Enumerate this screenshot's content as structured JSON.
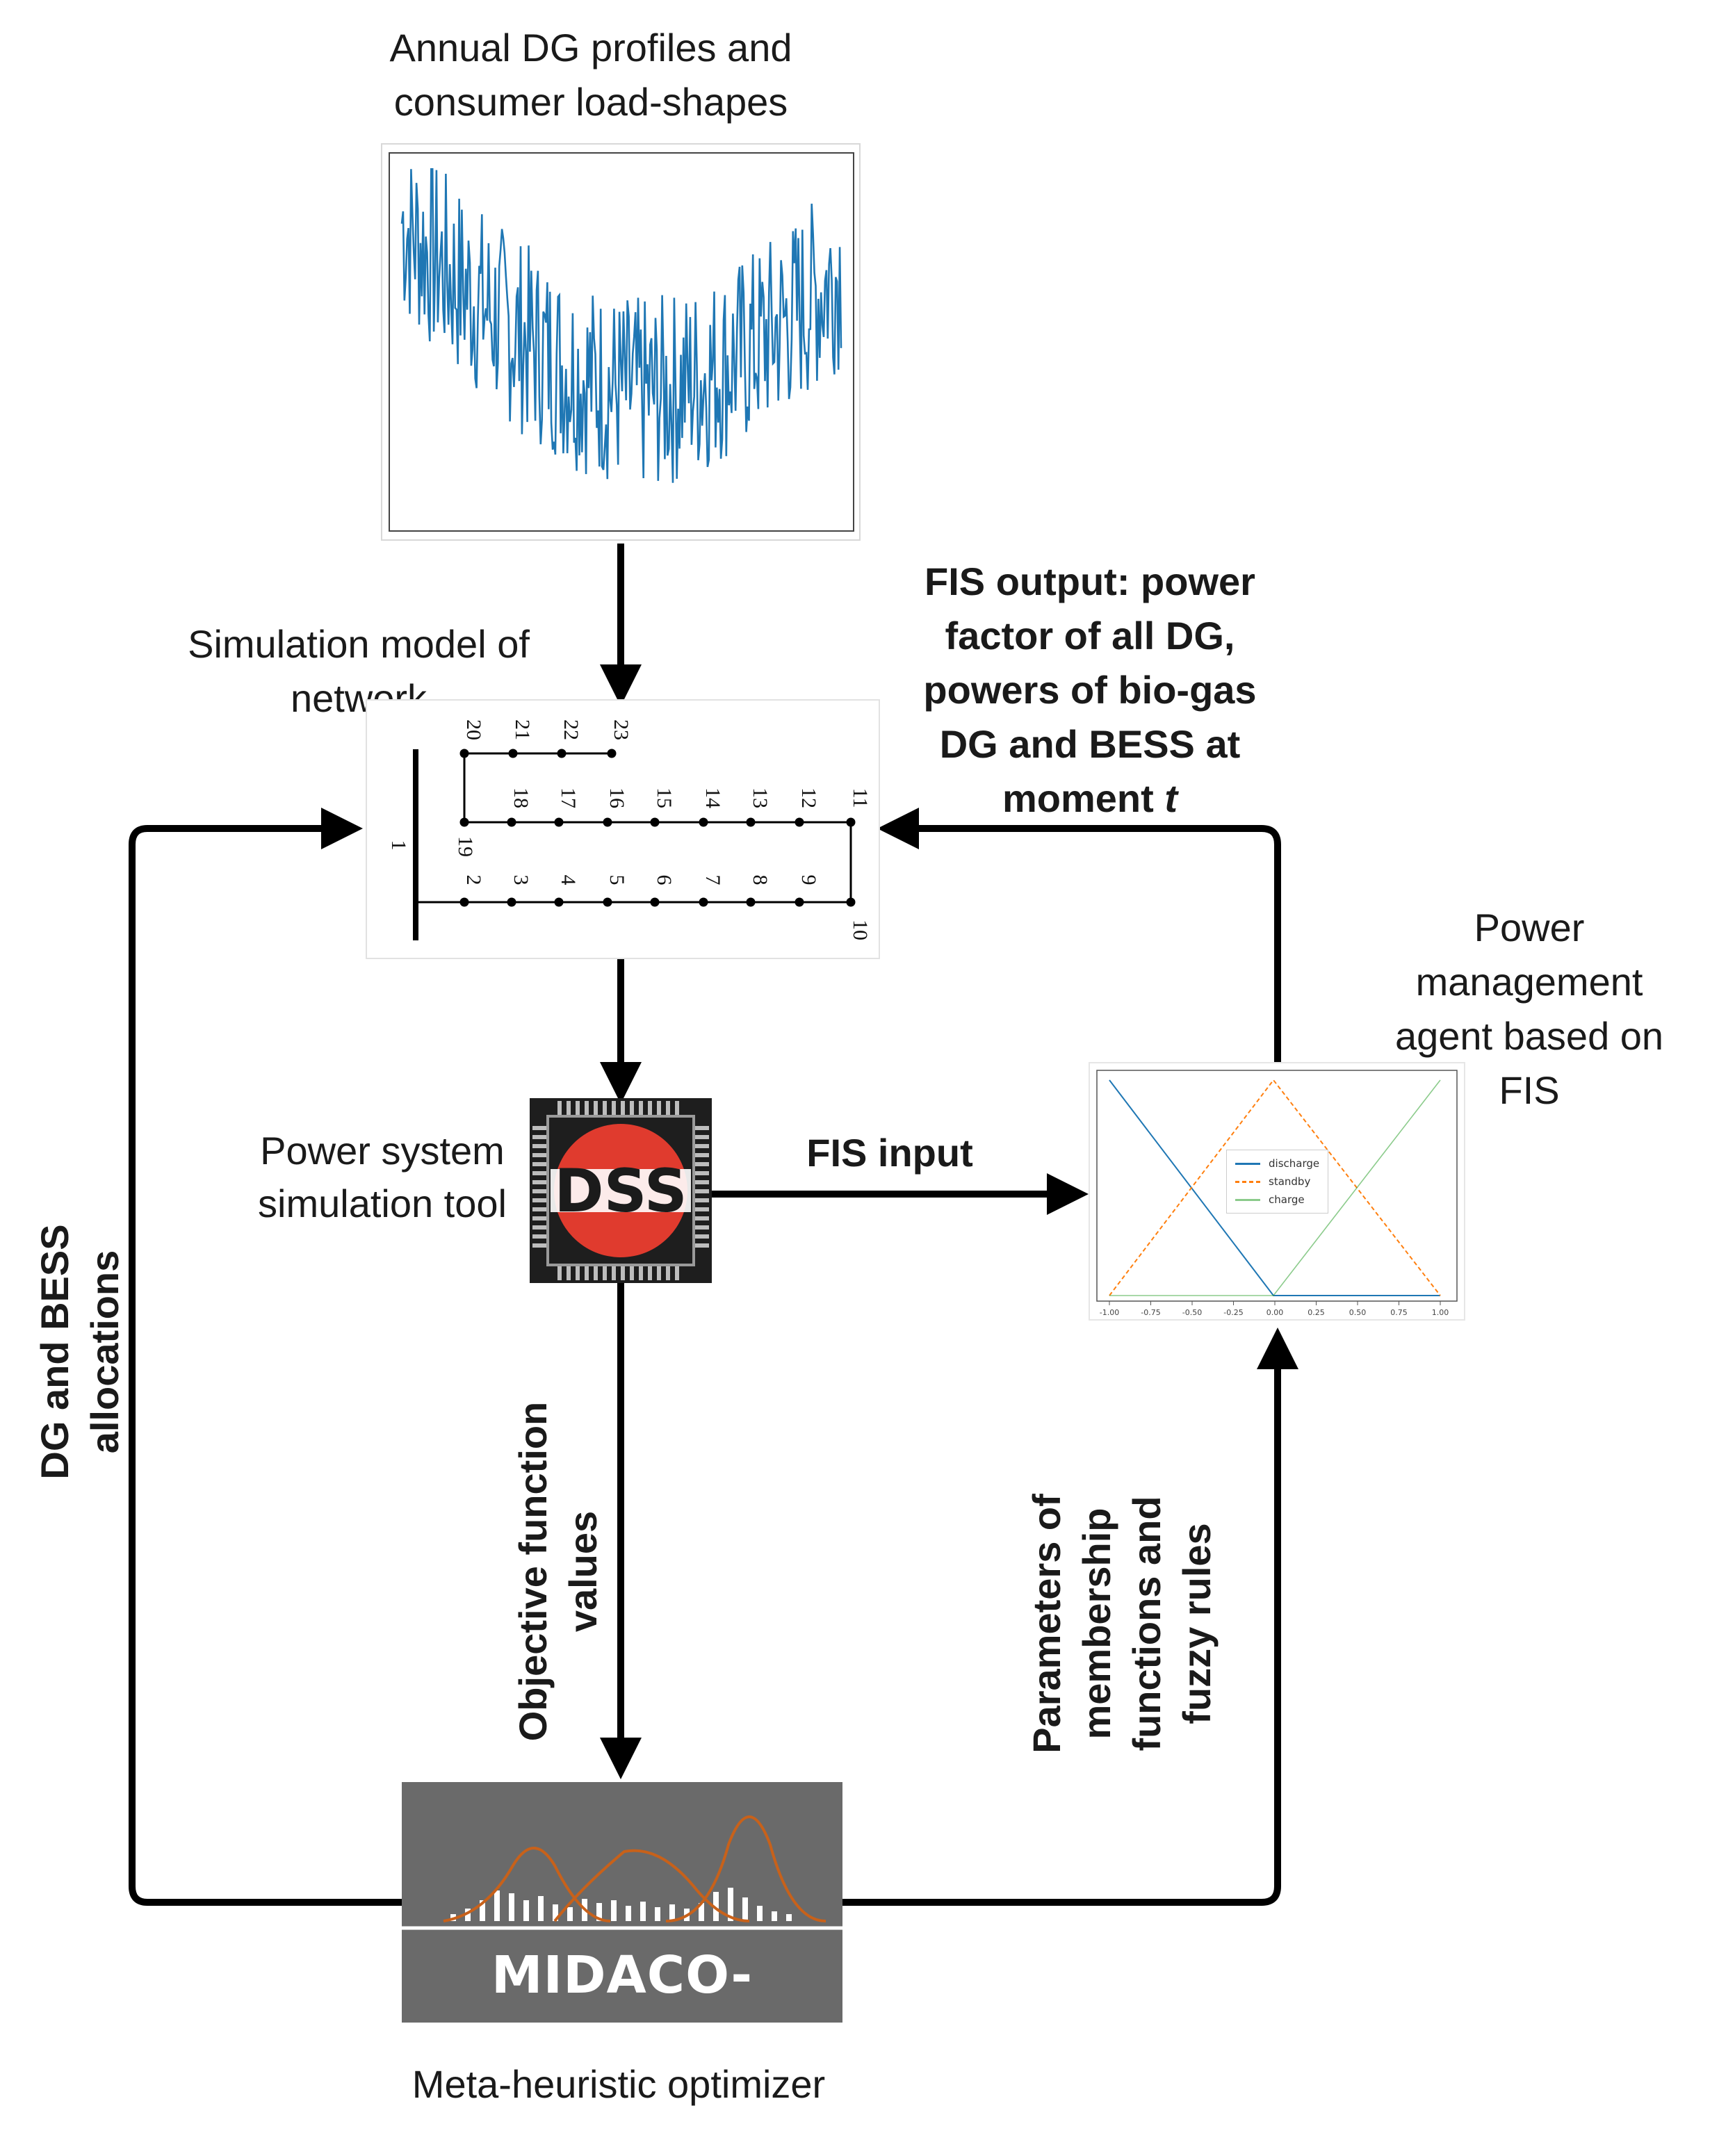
{
  "labels": {
    "annual_profiles": "Annual DG profiles and\nconsumer load-shapes",
    "simulation_model": "Simulation model of\nnetwork",
    "fis_output": "FIS output: power\nfactor of all DG,\npowers of bio-gas\nDG and BESS  at\nmoment ",
    "fis_output_t": "t",
    "power_management": "Power\nmanagement\nagent based on\nFIS",
    "power_system_tool": "Power system\nsimulation tool",
    "fis_input": "FIS input",
    "dg_bess_allocations": "DG and BESS\nallocations",
    "objective_function": "Objective function\nvalues",
    "parameters_membership": "Parameters of\nmembership\nfunctions and\nfuzzy rules",
    "meta_heuristic": "Meta-heuristic optimizer"
  },
  "logos": {
    "dss": "DSS",
    "midaco": "MIDACO-SOLVER"
  },
  "network": {
    "source_bus": "1",
    "main_feeder": [
      "2",
      "3",
      "4",
      "5",
      "6",
      "7",
      "8",
      "9",
      "10"
    ],
    "upper_feeder": [
      "11",
      "12",
      "13",
      "14",
      "15",
      "16",
      "17",
      "18",
      "19"
    ],
    "top_feeder": [
      "20",
      "21",
      "22",
      "23"
    ]
  },
  "fis_chart": {
    "legend": [
      "discharge",
      "standby",
      "charge"
    ],
    "x_ticks": [
      "-1.00",
      "-0.75",
      "-0.50",
      "-0.25",
      "0.00",
      "0.25",
      "0.50",
      "0.75",
      "1.00"
    ],
    "colors": {
      "discharge": "#1f77b4",
      "standby": "#ff7f0e",
      "charge": "#2ca02c"
    }
  },
  "colors": {
    "arrow": "#000000",
    "profile_line": "#1f77b4",
    "midaco_bg": "#6a6a6a",
    "midaco_curve": "#c8611a",
    "dss_red": "#e03b2e"
  }
}
